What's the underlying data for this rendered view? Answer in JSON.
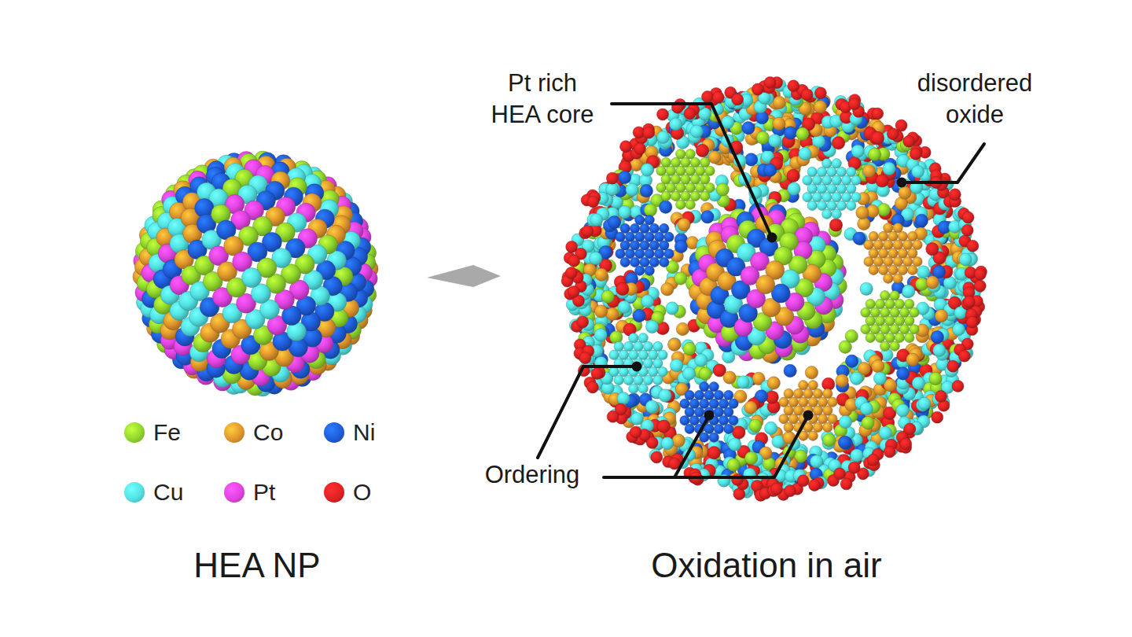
{
  "diagram": {
    "labels": [
      "Pt rich HEA core",
      "disordered oxide",
      "Ordering",
      "HEA NP",
      "Oxidation in air"
    ],
    "legend": [
      {
        "text": "Fe",
        "color": "#8fd62c"
      },
      {
        "text": "Co",
        "color": "#e0952c"
      },
      {
        "text": "Ni",
        "color": "#1f5cd8"
      },
      {
        "text": "Cu",
        "color": "#52e2e2"
      },
      {
        "text": "Pt",
        "color": "#e042e0"
      },
      {
        "text": "O",
        "color": "#e02222"
      }
    ]
  }
}
